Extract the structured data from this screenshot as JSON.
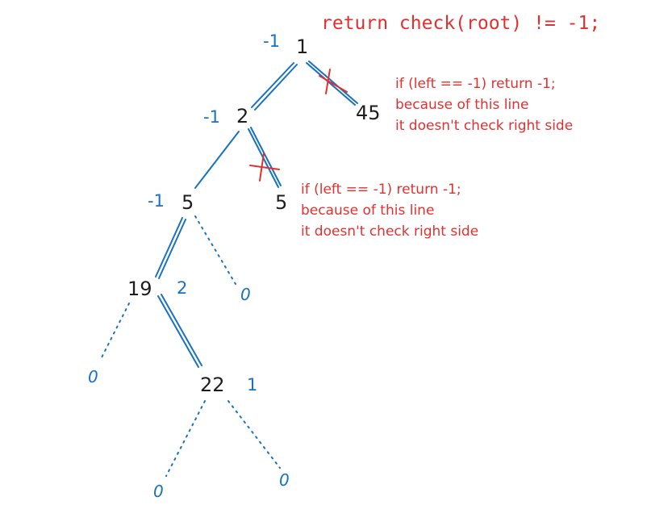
{
  "title": "return check(root) != -1;",
  "nodes": {
    "n1": "1",
    "n2": "2",
    "n45": "45",
    "n5a": "5",
    "n5b": "5",
    "n19": "19",
    "n22": "22"
  },
  "heights": {
    "n1": "-1",
    "n2": "-1",
    "n5a": "-1",
    "n19": "2",
    "n22": "1"
  },
  "null_value": "0",
  "notes": {
    "top": [
      "if (left == -1) return -1;",
      "because of this line",
      "it doesn't check right side"
    ],
    "middle": [
      "if (left == -1) return -1;",
      "because of this line",
      "it doesn't check right side"
    ]
  },
  "colors": {
    "edge": "#1971c2",
    "annotation": "#e03131",
    "node_text": "#1e1e1e"
  }
}
